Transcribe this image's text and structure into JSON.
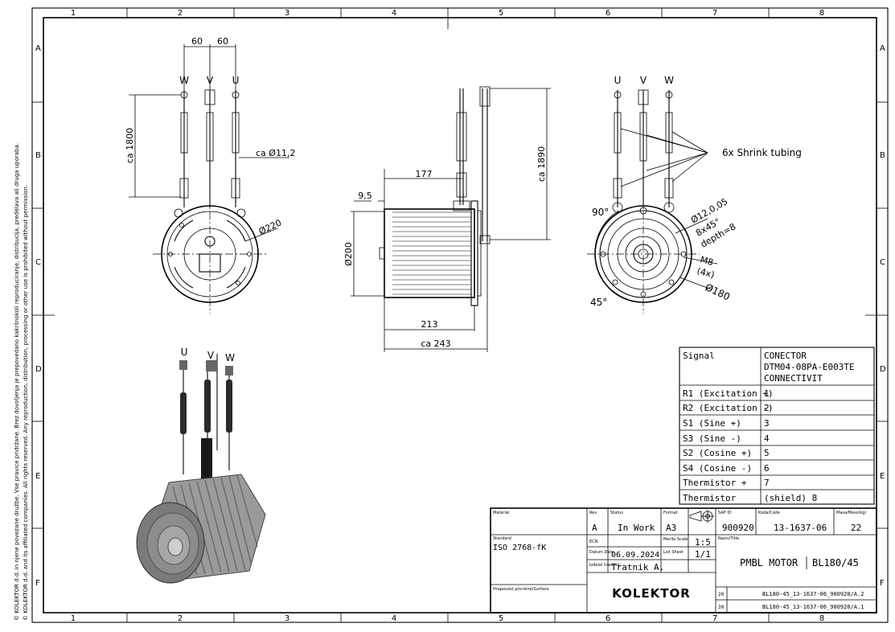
{
  "grid": {
    "columns": [
      "1",
      "2",
      "3",
      "4",
      "5",
      "6",
      "7",
      "8"
    ],
    "rows": [
      "A",
      "B",
      "C",
      "D",
      "E",
      "F"
    ]
  },
  "copyright": {
    "line1": "© KOLEKTOR d.d. in njene povezane družbe. Vse pravice pridržane. Brez dovoljenja je prepovedano kakršnokoli reproduciranje, distribucija, predelava ali druga uporaba.",
    "line2": "© KOLEKTOR d.d. and its affiliated companies. All rights reserved. Any reproduction, distribution, processing or other use is prohibited without permission."
  },
  "front_view": {
    "phase_labels": [
      "W",
      "V",
      "U"
    ],
    "dim_spacing_1": "60",
    "dim_spacing_2": "60",
    "dim_length": "ca 1800",
    "dim_cable_dia": "ca Ø11,2",
    "dim_flange_dia": "Ø220"
  },
  "side_view": {
    "dim_length": "ca 1890",
    "dim_177": "177",
    "dim_9_5": "9,5",
    "dim_200": "Ø200",
    "dim_213": "213",
    "dim_243": "ca 243"
  },
  "rear_view": {
    "phase_labels": [
      "U",
      "V",
      "W"
    ],
    "shrink_tubing": "6x Shrink tubing",
    "angle_90": "90°",
    "angle_45": "45°",
    "hole_1": "Ø12,0,05",
    "hole_2": "8x45°",
    "hole_3": "depth=8",
    "thread_1": "M8",
    "thread_2": "(4x)",
    "dia_180": "Ø180"
  },
  "iso_view": {
    "phase_labels": [
      "U",
      "V",
      "W"
    ]
  },
  "signal_table": {
    "header_col1": "Signal",
    "header_col2_lines": [
      "CONECTOR",
      "DTM04-08PA-E003TE",
      "CONNECTIVIT"
    ],
    "rows": [
      {
        "signal": "R1 (Excitation +)",
        "pin": "1"
      },
      {
        "signal": "R2 (Excitation -)",
        "pin": "2"
      },
      {
        "signal": "S1 (Sine +)",
        "pin": "3"
      },
      {
        "signal": "S3 (Sine -)",
        "pin": "4"
      },
      {
        "signal": "S2 (Cosine +)",
        "pin": "5"
      },
      {
        "signal": "S4 (Cosine -)",
        "pin": "6"
      },
      {
        "signal": "Thermistor +",
        "pin": "7"
      },
      {
        "signal": "Thermistor",
        "pin": "(shield) 8"
      }
    ]
  },
  "title_block": {
    "material_label": "Material",
    "rev_label": "Rev",
    "rev_value": "A",
    "status_label": "Status",
    "status_value": "In Work",
    "format_label": "Format",
    "format_value": "A3",
    "sap_label": "SAP ID",
    "sap_value": "900920",
    "code_label": "Koda/Code",
    "code_value": "13-1637-06",
    "mass_label": "Masa/Mass(kg)",
    "mass_value": "22",
    "standard_label": "Standard",
    "standard_value": "ISO 2768-fK",
    "ecn_label": "ECN",
    "scale_label": "Merilo Scale",
    "scale_value": "1:5",
    "date_label": "Datum Date",
    "date_value": "06.09.2024",
    "sheet_label": "List Sheet",
    "sheet_value": "1/1",
    "created_label": "Izdelal Created",
    "created_value": "Tratnik A.",
    "title_label": "Naziv/Title",
    "title_value_1": "PMBL MOTOR",
    "title_value_2": "BL180/45",
    "surface_label": "Hrapavost površine/Surface",
    "logo": "KOLEKTOR",
    "file_row_1_num": "20",
    "file_row_1": "BL180-45_13-1637-06_900920/A.2",
    "file_row_2_num": "30",
    "file_row_2": "BL180-45_13-1637-06_900920/A.1"
  }
}
